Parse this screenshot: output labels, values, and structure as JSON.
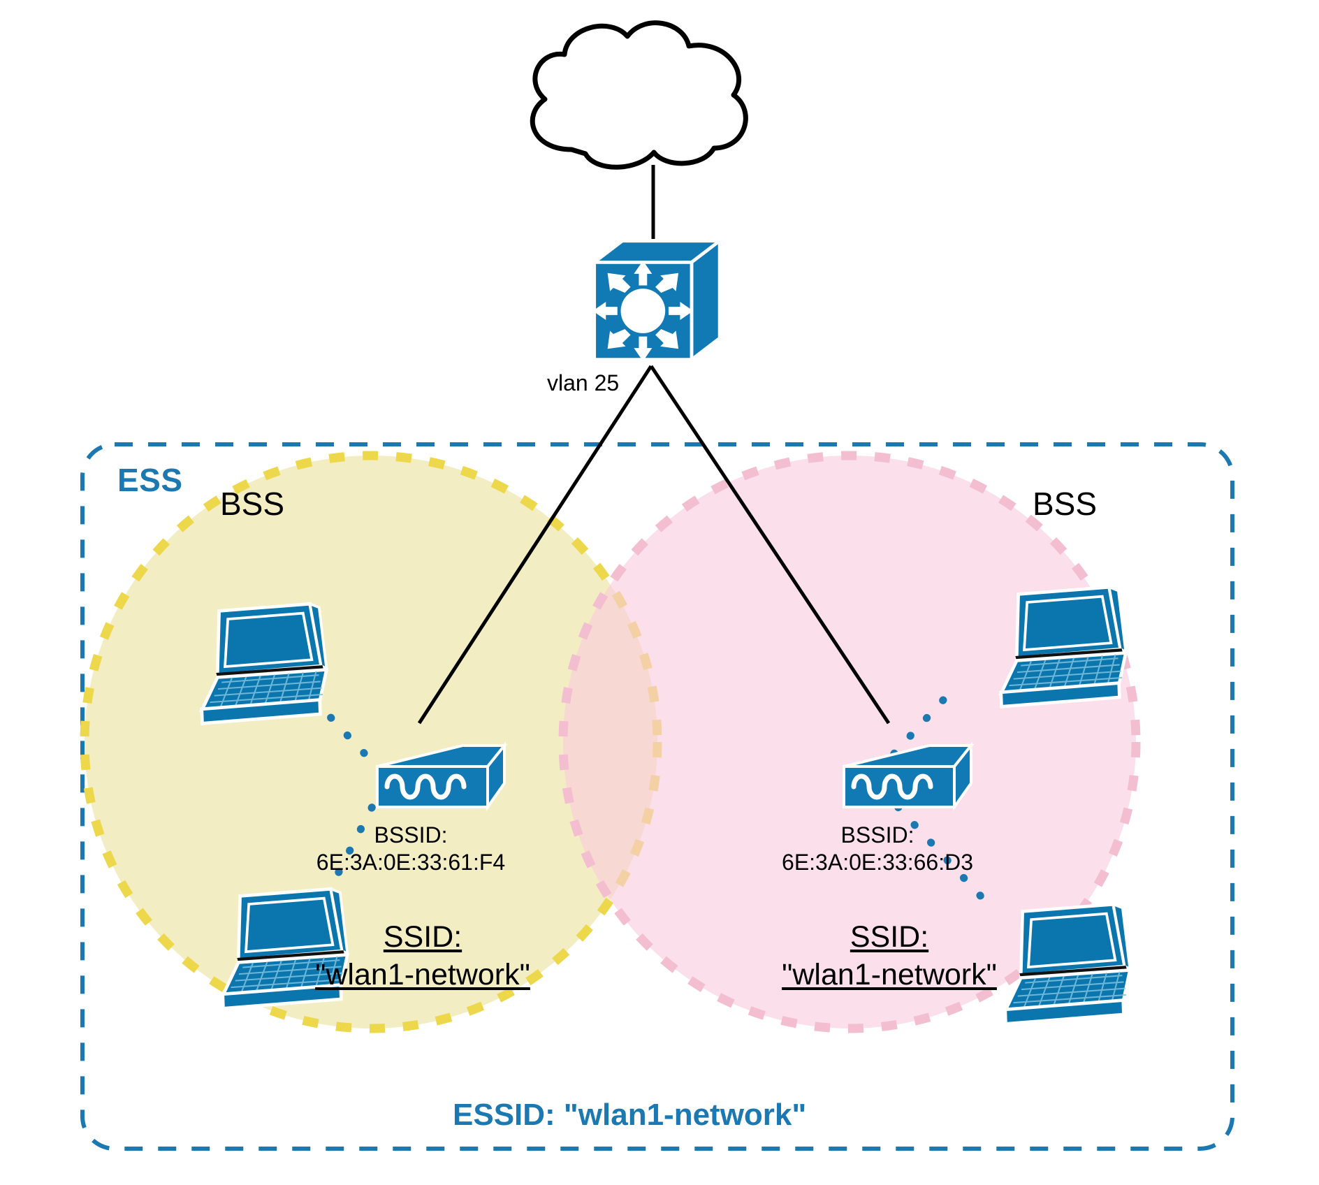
{
  "diagram": {
    "title_label": "ESS",
    "essid_label": "ESSID: \"wlan1-network\"",
    "vlan_label": "vlan 25",
    "cloud": {
      "name": "internet-cloud"
    },
    "core_switch": {
      "name": "multilayer-switch",
      "uplink": "vlan 25"
    },
    "bss": [
      {
        "label": "BSS",
        "side": "left",
        "fill_color": "#f2ecc0",
        "dash_color": "#ecd84a",
        "access_point": {
          "bssid_caption": "BSSID:",
          "bssid_value": "6E:3A:0E:33:61:F4"
        },
        "ssid_caption": "SSID:",
        "ssid_value": "\"wlan1-network\"",
        "clients": [
          {
            "name": "laptop-top-left"
          },
          {
            "name": "laptop-bottom-left"
          }
        ]
      },
      {
        "label": "BSS",
        "side": "right",
        "fill_color": "#fbe0e9",
        "dash_color": "#f3bfd0",
        "access_point": {
          "bssid_caption": "BSSID:",
          "bssid_value": "6E:3A:0E:33:66:D3"
        },
        "ssid_caption": "SSID:",
        "ssid_value": "\"wlan1-network\"",
        "clients": [
          {
            "name": "laptop-top-right"
          },
          {
            "name": "laptop-bottom-right"
          }
        ]
      }
    ],
    "colors": {
      "accent_blue": "#1b78b0",
      "device_blue": "#0a76ad",
      "line_black": "#000000",
      "yellow_fill": "#f2ecc0",
      "yellow_dash": "#ecd84a",
      "pink_fill": "#fbe0e9",
      "pink_dash": "#f3bfd0",
      "overlap": "#efd6a8"
    }
  }
}
